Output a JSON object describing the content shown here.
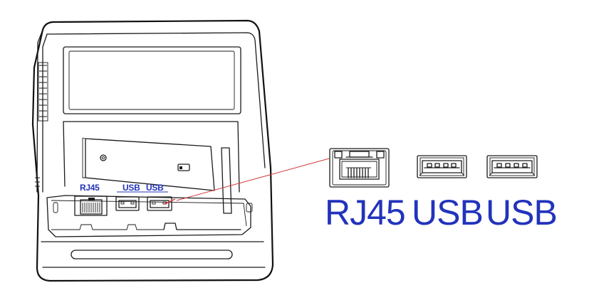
{
  "colors": {
    "label_blue": "#2233bb",
    "leader_red": "#d23a3a",
    "line": "#1a1a1a"
  },
  "device_labels": {
    "rj45": "RJ45",
    "usb_1": "USB",
    "usb_2": "USB"
  },
  "callout_labels": {
    "rj45": "RJ45",
    "usb_1": "USB",
    "usb_2": "USB"
  },
  "icons": {
    "rj45": "rj45-port-icon",
    "usb": "usb-a-port-icon"
  }
}
